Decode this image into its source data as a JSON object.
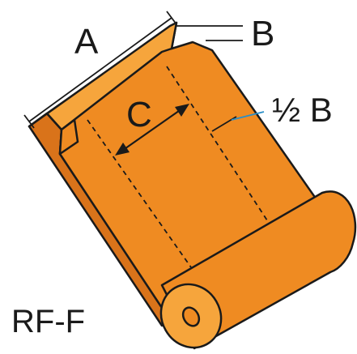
{
  "diagram": {
    "labels": {
      "a": "A",
      "b": "B",
      "c": "C",
      "half_b": "½ B",
      "code": "RF-F"
    },
    "colors": {
      "film_light": "#F6A53C",
      "film_mid": "#EF8B22",
      "film_dark": "#D9731A",
      "outline": "#1a1a1a",
      "leader_line": "#2b8fc7",
      "background": "#ffffff"
    }
  }
}
